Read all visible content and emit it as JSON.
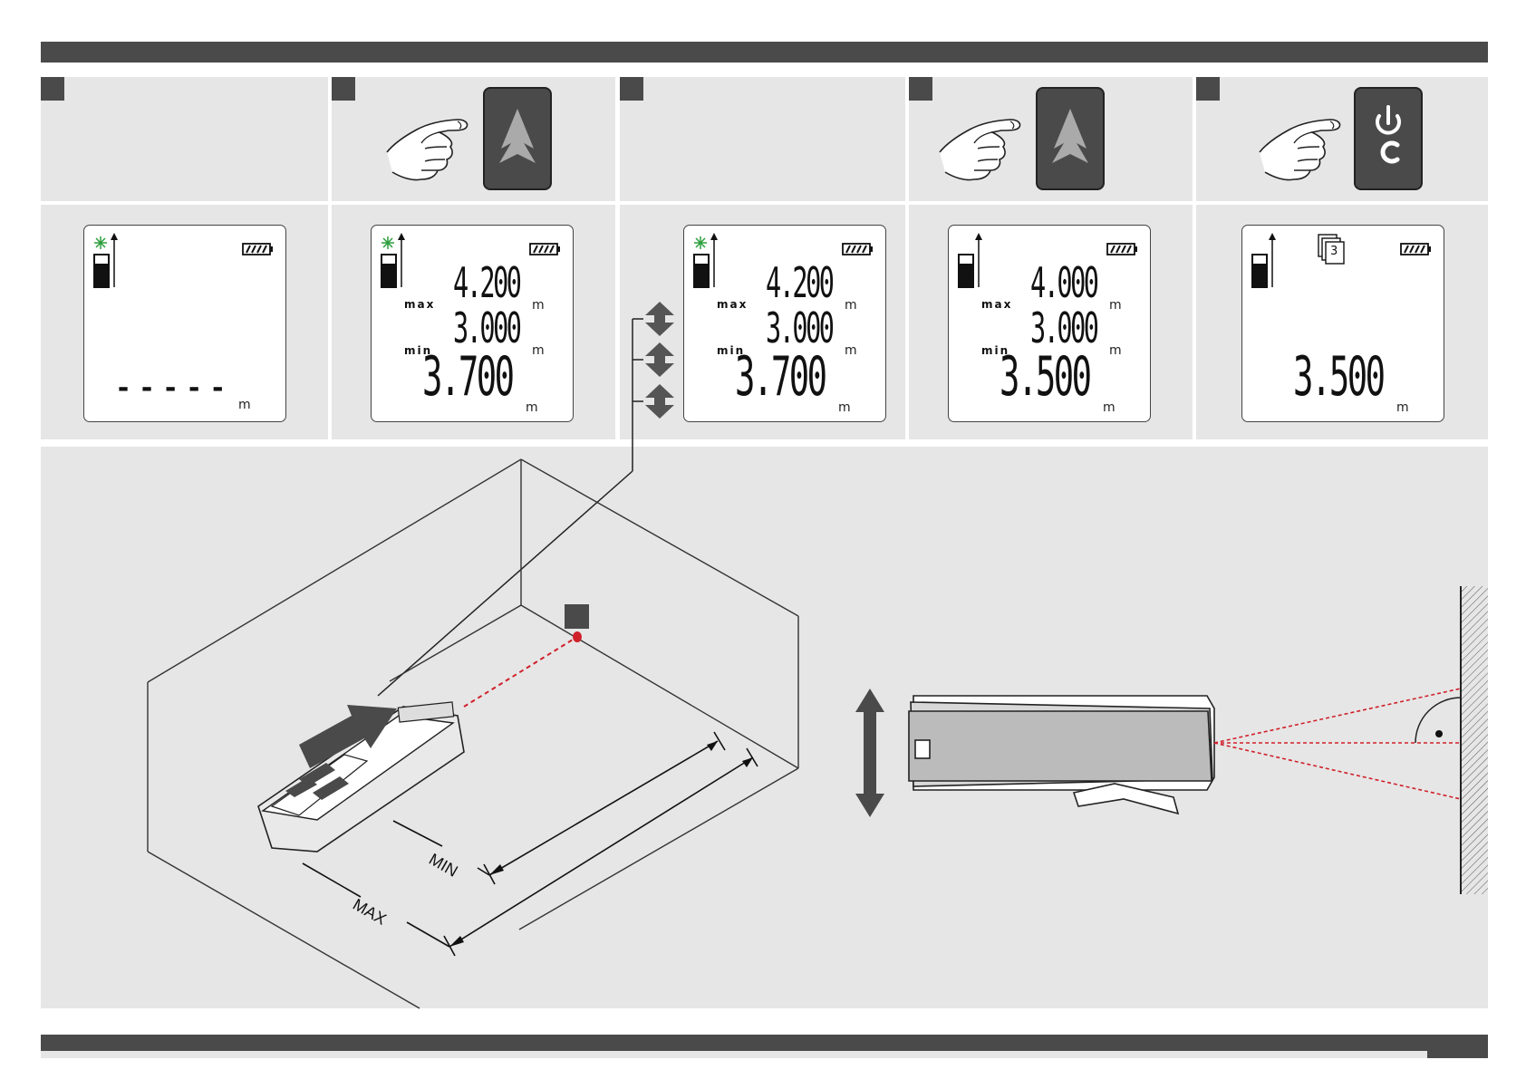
{
  "steps": [
    {
      "display": {
        "max_label": "",
        "min_label": "",
        "max_value": "",
        "min_value": "",
        "main_value": "",
        "placeholder": "-----",
        "unit": "m",
        "counter": ""
      }
    },
    {
      "button": "measure-button",
      "display": {
        "max_label": "max",
        "min_label": "min",
        "max_value": "4.200",
        "min_value": "3.000",
        "main_value": "3.700",
        "placeholder": "",
        "unit": "m",
        "counter": ""
      }
    },
    {
      "display": {
        "max_label": "max",
        "min_label": "min",
        "max_value": "4.200",
        "min_value": "3.000",
        "main_value": "3.700",
        "placeholder": "",
        "unit": "m",
        "counter": ""
      }
    },
    {
      "button": "measure-button",
      "display": {
        "max_label": "max",
        "min_label": "min",
        "max_value": "4.000",
        "min_value": "3.000",
        "main_value": "3.500",
        "placeholder": "",
        "unit": "m",
        "counter": ""
      }
    },
    {
      "button": "power-clear-button",
      "display": {
        "max_label": "",
        "min_label": "",
        "max_value": "",
        "min_value": "",
        "main_value": "3.500",
        "placeholder": "",
        "unit": "m",
        "counter": "3"
      }
    }
  ],
  "diagram": {
    "min_label": "MIN",
    "max_label": "MAX"
  },
  "colors": {
    "dark": "#4a4a4a",
    "panel": "#e6e6e6",
    "laser": "#d0202a",
    "laser_target": "#2a9d3a"
  },
  "icons": {
    "measure_button": "arrow-up-chevron-icon",
    "power_button": "power-clear-icon",
    "counter": "stacked-memory-icon"
  }
}
